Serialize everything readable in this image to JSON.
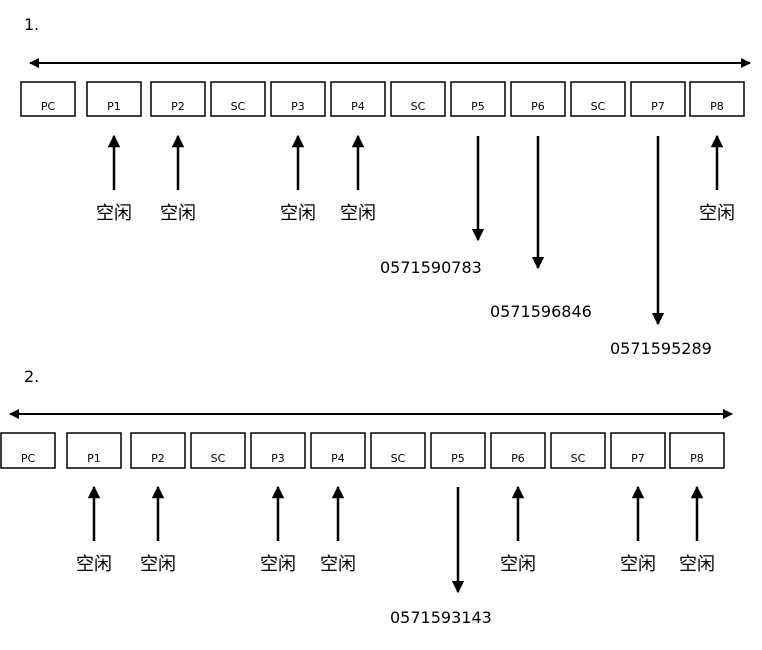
{
  "diagrams": [
    {
      "number": "1.",
      "boxes": [
        "PC",
        "P1",
        "P2",
        "SC",
        "P3",
        "P4",
        "SC",
        "P5",
        "P6",
        "SC",
        "P7",
        "P8"
      ],
      "arrows": [
        {
          "box_index": 1,
          "direction": "up",
          "label": "空闲"
        },
        {
          "box_index": 2,
          "direction": "up",
          "label": "空闲"
        },
        {
          "box_index": 4,
          "direction": "up",
          "label": "空闲"
        },
        {
          "box_index": 5,
          "direction": "up",
          "label": "空闲"
        },
        {
          "box_index": 7,
          "direction": "down",
          "label": "0571590783"
        },
        {
          "box_index": 8,
          "direction": "down",
          "label": "0571596846"
        },
        {
          "box_index": 10,
          "direction": "down",
          "label": "0571595289"
        },
        {
          "box_index": 11,
          "direction": "up",
          "label": "空闲"
        }
      ]
    },
    {
      "number": "2.",
      "boxes": [
        "PC",
        "P1",
        "P2",
        "SC",
        "P3",
        "P4",
        "SC",
        "P5",
        "P6",
        "SC",
        "P7",
        "P8"
      ],
      "arrows": [
        {
          "box_index": 1,
          "direction": "up",
          "label": "空闲"
        },
        {
          "box_index": 2,
          "direction": "up",
          "label": "空闲"
        },
        {
          "box_index": 4,
          "direction": "up",
          "label": "空闲"
        },
        {
          "box_index": 5,
          "direction": "up",
          "label": "空闲"
        },
        {
          "box_index": 7,
          "direction": "down",
          "label": "0571593143"
        },
        {
          "box_index": 8,
          "direction": "up",
          "label": "空闲"
        },
        {
          "box_index": 10,
          "direction": "up",
          "label": "空闲"
        },
        {
          "box_index": 11,
          "direction": "up",
          "label": "空闲"
        }
      ]
    }
  ]
}
